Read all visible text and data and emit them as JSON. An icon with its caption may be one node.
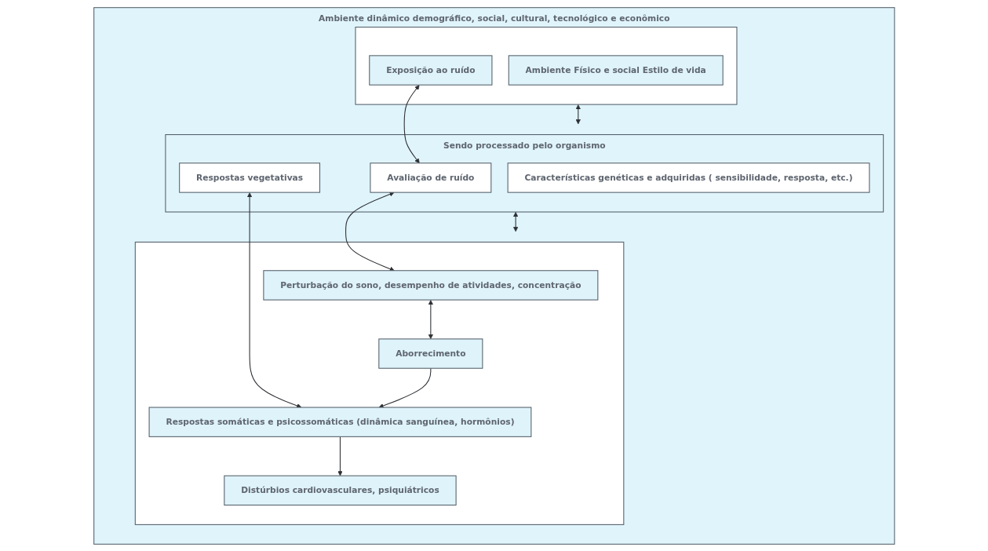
{
  "diagram": {
    "nodes": [
      {
        "text": [
          "Ambiente dinâmico demográfico, social, cultural, tecnológico e econômico"
        ]
      },
      {
        "text": [],
        "shape": "box",
        "in": 0
      },
      {
        "text": [
          "Exposição ao ruído"
        ],
        "in": 1
      },
      {
        "text": [
          "Ambiente Físico e social Estilo de vida"
        ],
        "in": 1
      },
      {
        "text": [
          "Sendo processado pelo organismo"
        ],
        "in": 0
      },
      {
        "text": [
          "Avaliação de ruído"
        ],
        "in": 4
      },
      {
        "text": [
          "Respostas vegetativas"
        ],
        "in": 4
      },
      {
        "text": [
          "Características genéticas e adquiridas ( sensibilidade, resposta, etc.)"
        ],
        "in": 4
      },
      {
        "text": [],
        "shape": "box",
        "in": 0
      },
      {
        "text": [
          "Perturbação do sono, desempenho de atividades, concentração"
        ],
        "in": 8
      },
      {
        "text": [
          "Aborrecimento"
        ],
        "in": 8
      },
      {
        "text": [
          "Respostas somáticas e psicossomáticas (dinâmica sanguínea, hormônios)"
        ],
        "in": 8
      },
      {
        "text": [
          "Distúrbios cardiovasculares, psiquiátricos"
        ],
        "in": 8
      }
    ],
    "edges": [
      {
        "from": 2,
        "to": 5,
        "arrow": "both"
      },
      {
        "from": 1,
        "to": 4,
        "arrow": "both"
      },
      {
        "from": 4,
        "to": 8,
        "arrow": "both"
      },
      {
        "from": 5,
        "to": 9,
        "arrow": "both"
      },
      {
        "from": 6,
        "to": 11,
        "arrow": "both"
      },
      {
        "from": 9,
        "to": 10,
        "arrow": "both"
      },
      {
        "from": 10,
        "to": 11,
        "arrow": "to"
      },
      {
        "from": 11,
        "to": 12,
        "arrow": "to"
      }
    ]
  }
}
